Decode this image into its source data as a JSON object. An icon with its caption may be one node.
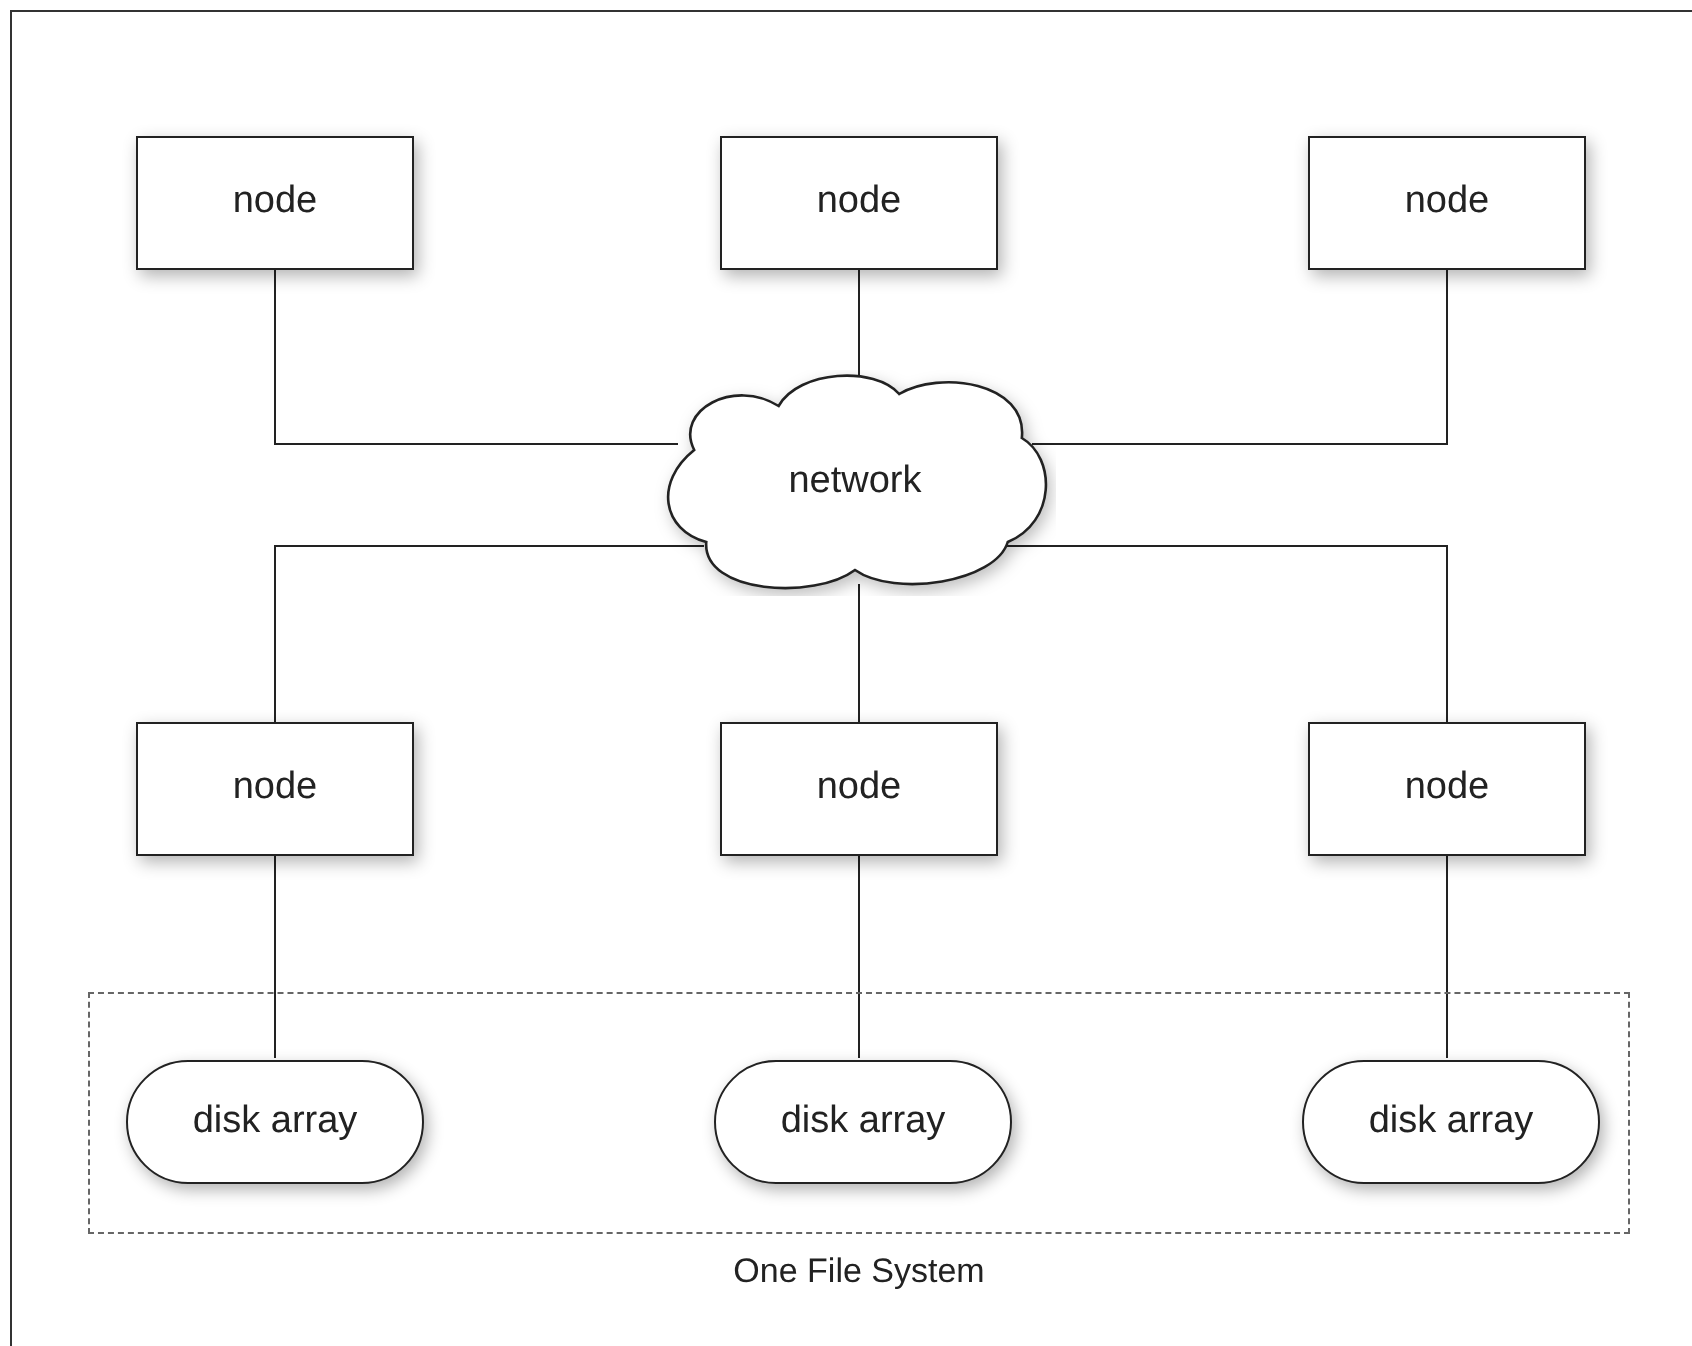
{
  "diagram": {
    "nodes": [
      {
        "text": [
          "node"
        ]
      },
      {
        "text": [
          "node"
        ]
      },
      {
        "text": [
          "node"
        ]
      },
      {
        "text": [
          "network"
        ]
      },
      {
        "text": [
          "node"
        ]
      },
      {
        "text": [
          "node"
        ]
      },
      {
        "text": [
          "node"
        ]
      },
      {
        "text": [
          "One File System"
        ]
      },
      {
        "text": [
          "disk array"
        ],
        "in": 7
      },
      {
        "text": [
          "disk array"
        ],
        "in": 7
      },
      {
        "text": [
          "disk array"
        ],
        "in": 7
      }
    ],
    "edges": [
      {
        "from": 0,
        "to": 3,
        "arrow": "none"
      },
      {
        "from": 1,
        "to": 3,
        "arrow": "none"
      },
      {
        "from": 2,
        "to": 3,
        "arrow": "none"
      },
      {
        "from": 3,
        "to": 4,
        "arrow": "none"
      },
      {
        "from": 3,
        "to": 5,
        "arrow": "none"
      },
      {
        "from": 3,
        "to": 6,
        "arrow": "none"
      },
      {
        "from": 4,
        "to": 8,
        "arrow": "none"
      },
      {
        "from": 5,
        "to": 9,
        "arrow": "none"
      },
      {
        "from": 6,
        "to": 10,
        "arrow": "none"
      }
    ]
  }
}
